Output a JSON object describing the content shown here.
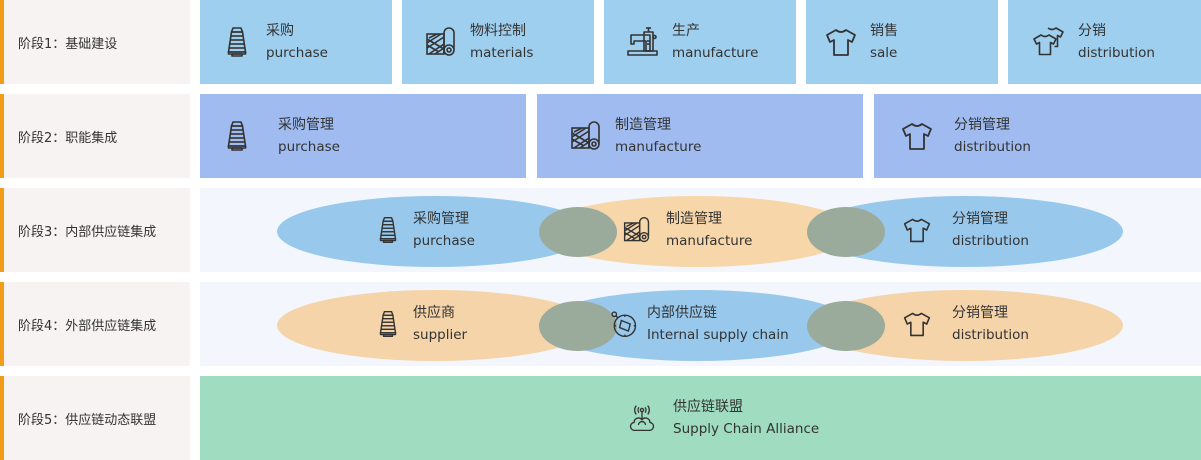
{
  "stages": [
    {
      "label": "阶段1：基础建设",
      "items": [
        {
          "zh": "采购",
          "en": "purchase",
          "icon": "spool-icon"
        },
        {
          "zh": "物料控制",
          "en": "materials",
          "icon": "fabric-roll-icon"
        },
        {
          "zh": "生产",
          "en": "manufacture",
          "icon": "sewing-machine-icon"
        },
        {
          "zh": "销售",
          "en": "sale",
          "icon": "tshirt-icon"
        },
        {
          "zh": "分销",
          "en": "distribution",
          "icon": "tshirts-icon"
        }
      ]
    },
    {
      "label": "阶段2：职能集成",
      "items": [
        {
          "zh": "采购管理",
          "en": "purchase",
          "icon": "spool-icon"
        },
        {
          "zh": "制造管理",
          "en": "manufacture",
          "icon": "fabric-roll-icon"
        },
        {
          "zh": "分销管理",
          "en": "distribution",
          "icon": "tshirt-icon"
        }
      ]
    },
    {
      "label": "阶段3：内部供应链集成",
      "items": [
        {
          "zh": "采购管理",
          "en": "purchase",
          "icon": "spool-icon"
        },
        {
          "zh": "制造管理",
          "en": "manufacture",
          "icon": "fabric-roll-icon"
        },
        {
          "zh": "分销管理",
          "en": "distribution",
          "icon": "tshirt-icon"
        }
      ]
    },
    {
      "label": "阶段4：外部供应链集成",
      "items": [
        {
          "zh": "供应商",
          "en": "supplier",
          "icon": "spool-icon"
        },
        {
          "zh": "内部供应链",
          "en": "Internal supply chain",
          "icon": "compass-icon"
        },
        {
          "zh": "分销管理",
          "en": "distribution",
          "icon": "tshirt-icon"
        }
      ]
    },
    {
      "label": "阶段5：供应链动态联盟",
      "items": [
        {
          "zh": "供应链联盟",
          "en": "Supply Chain Alliance",
          "icon": "alliance-signal-icon"
        }
      ]
    }
  ],
  "colors": {
    "accent_border": "#f39c1a",
    "stage1_box": "#9fcfee",
    "stage2_box": "#9fbbef",
    "ellipse_blue": "#98c9ed",
    "ellipse_orange": "#f7d7aa",
    "overlap": "#9aab9b",
    "alliance": "#9fdcc0"
  }
}
